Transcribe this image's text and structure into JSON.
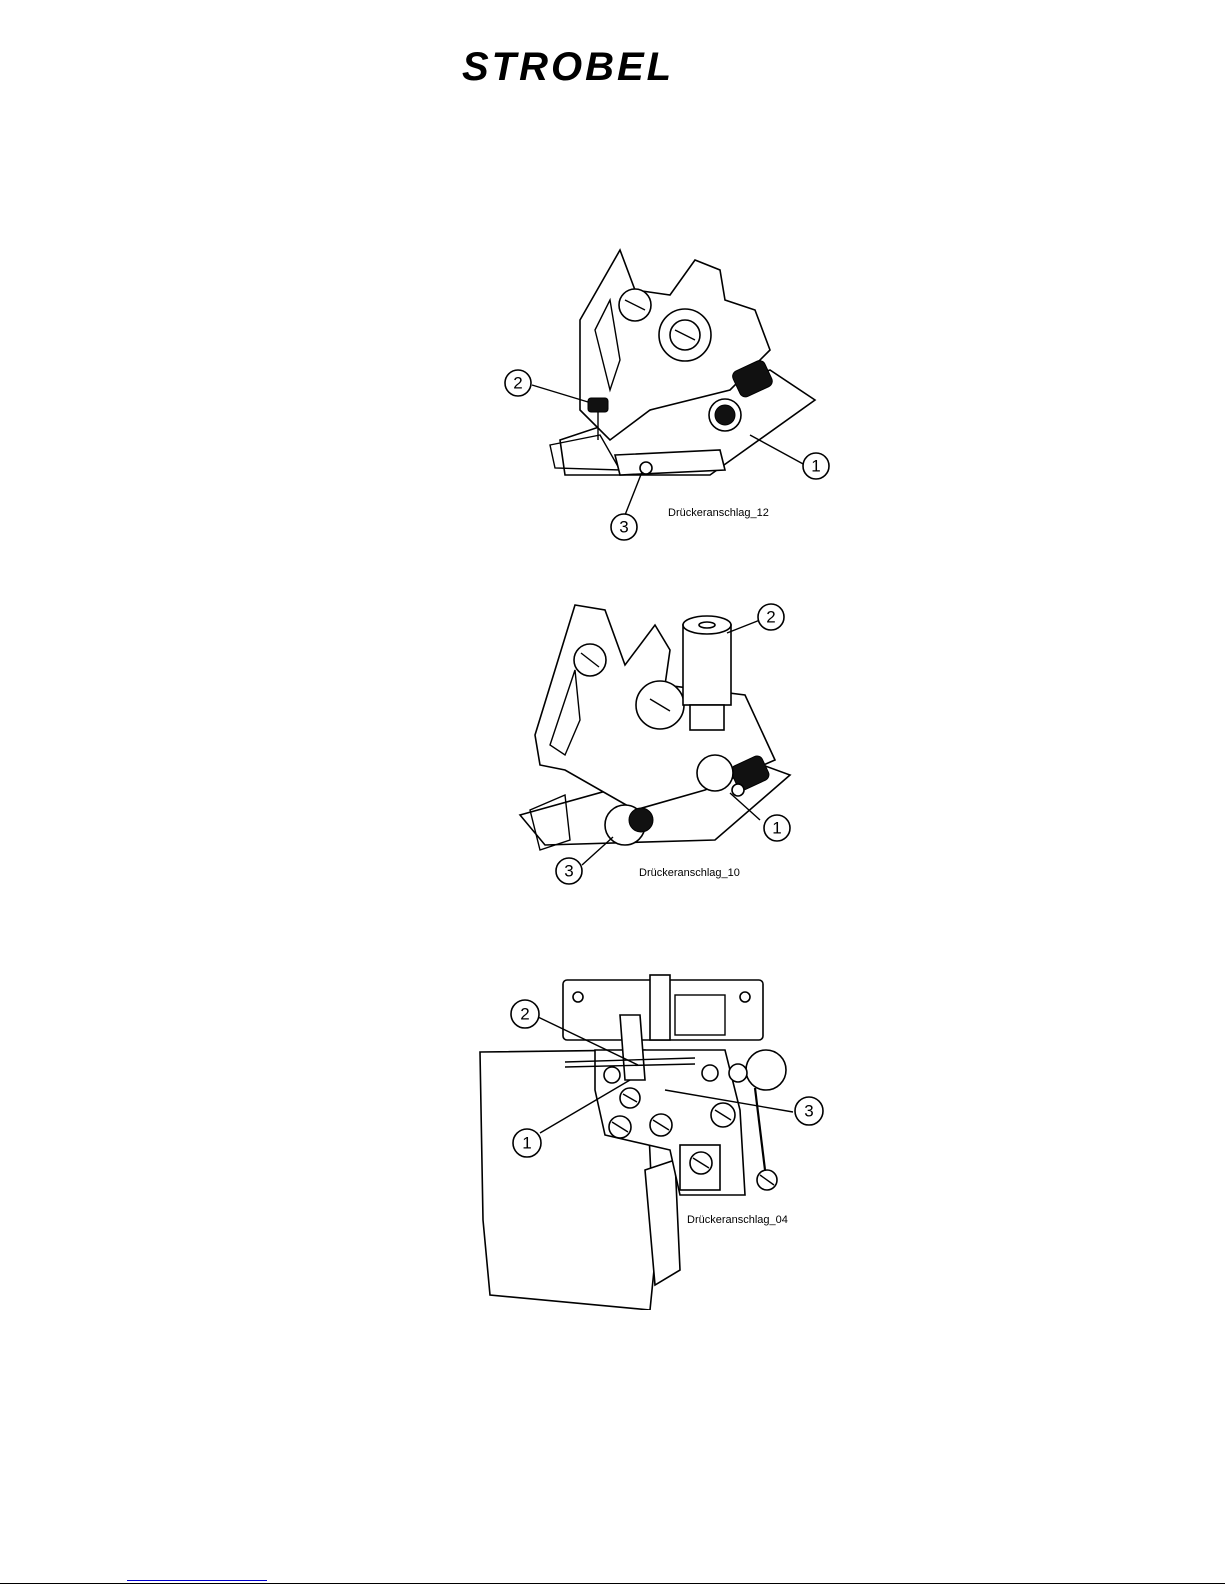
{
  "brand": {
    "logo_text": "STROBEL"
  },
  "figures": [
    {
      "label": "Drückeranschlag_12",
      "callouts": [
        "1",
        "2",
        "3"
      ]
    },
    {
      "label": "Drückeranschlag_10",
      "callouts": [
        "1",
        "2",
        "3"
      ]
    },
    {
      "label": "Drückeranschlag_04",
      "callouts": [
        "1",
        "2",
        "3"
      ]
    }
  ]
}
